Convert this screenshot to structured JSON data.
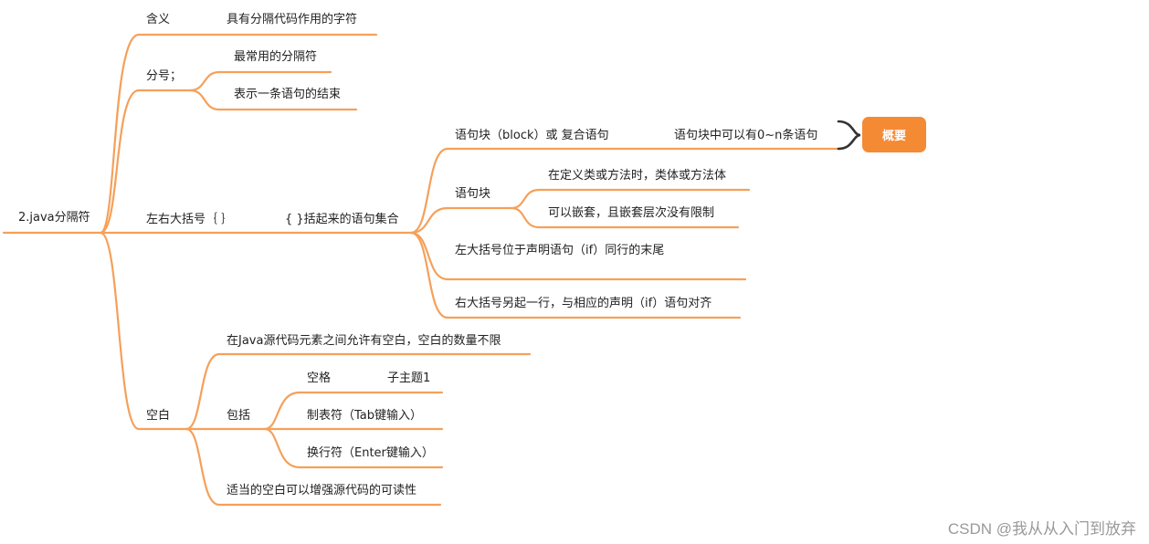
{
  "root": "2.java分隔符",
  "meaning": {
    "label": "含义",
    "detail": "具有分隔代码作用的字符"
  },
  "semicolon": {
    "label": "分号；",
    "items": [
      "最常用的分隔符",
      "表示一条语句的结束"
    ]
  },
  "braces": {
    "label": "左右大括号｛ ｝",
    "detail": "{ }括起来的语句集合",
    "block_compound": {
      "label": "语句块（block）或 复合语句",
      "detail": "语句块中可以有0~n条语句"
    },
    "block": {
      "label": "语句块",
      "items": [
        "在定义类或方法时，类体或方法体",
        "可以嵌套，且嵌套层次没有限制"
      ]
    },
    "left_brace": "左大括号位于声明语句（if）同行的末尾",
    "right_brace": "右大括号另起一行，与相应的声明（if）语句对齐"
  },
  "summary": "概要",
  "whitespace": {
    "label": "空白",
    "allowed": "在Java源代码元素之间允许有空白，空白的数量不限",
    "includes_label": "包括",
    "space": {
      "label": "空格",
      "subtopic": "子主题1"
    },
    "tab": "制表符（Tab键输入）",
    "newline": "换行符（Enter键输入）",
    "readability": "适当的空白可以增强源代码的可读性"
  },
  "watermark": "CSDN @我从从入门到放弃",
  "colors": {
    "branch": "#f5a05a",
    "summary_fill": "#f58a35",
    "bracket": "#333333"
  }
}
